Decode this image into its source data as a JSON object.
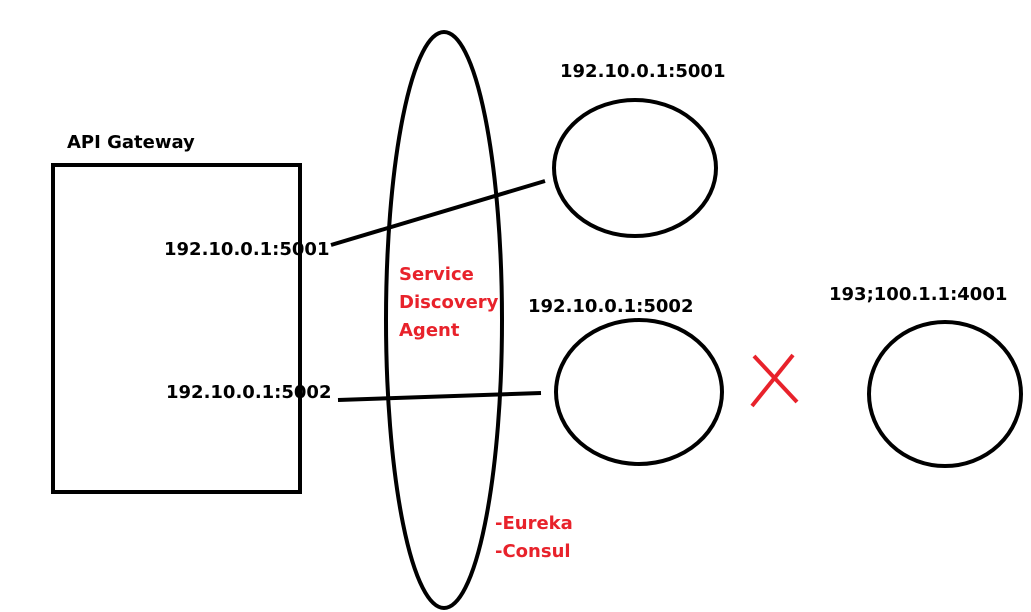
{
  "gateway": {
    "title": "API Gateway",
    "route_1": "192.10.0.1:5001",
    "route_2": "192.10.0.1:5002"
  },
  "discovery_agent": {
    "label_lines": [
      "Service",
      "Discovery",
      "Agent"
    ],
    "tools": [
      "-Eureka",
      "-Consul"
    ]
  },
  "services": [
    {
      "address": "192.10.0.1:5001"
    },
    {
      "address": "192.10.0.1:5002"
    },
    {
      "address": "193;100.1.1:4001"
    }
  ],
  "colors": {
    "stroke": "#000000",
    "highlight": "#e8222b",
    "background": "#ffffff"
  }
}
